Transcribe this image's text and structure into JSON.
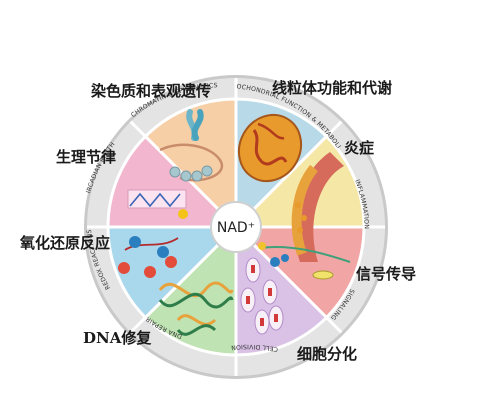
{
  "center": {
    "label": "NAD⁺"
  },
  "ring_labels": {
    "chromatin": "CHROMATIN & EPIGENETICS",
    "mitochondrial": "MITOCHONDRIAL FUNCTION & METABOLISM",
    "inflammation": "INFLAMMATION",
    "signaling": "SIGNALING",
    "cell_division": "CELL DIVISION",
    "dna_repair": "DNA REPAIR",
    "redox": "REDOX REACTIONS",
    "circadian": "CIRCADIAN RHYTHM"
  },
  "callouts": {
    "chromatin": "染色质和表观遗传",
    "mitochondrial": "线粒体功能和代谢",
    "inflammation": "炎症",
    "circadian": "生理节律",
    "redox": "氧化还原反应",
    "signaling": "信号传导",
    "dna_repair": "DNA修复",
    "cell_division": "细胞分化"
  },
  "colors": {
    "chromatin": "#f6cfa6",
    "mitochondrial": "#b7d9e8",
    "inflammation": "#f5e7a5",
    "signaling": "#f2a5a5",
    "cell_division": "#d9c2e6",
    "dna_repair": "#bfe3b2",
    "redox": "#a9d7eb",
    "circadian": "#f3b6cf",
    "ring": "#e1e1e1",
    "ring_border": "#c4c4c4"
  }
}
